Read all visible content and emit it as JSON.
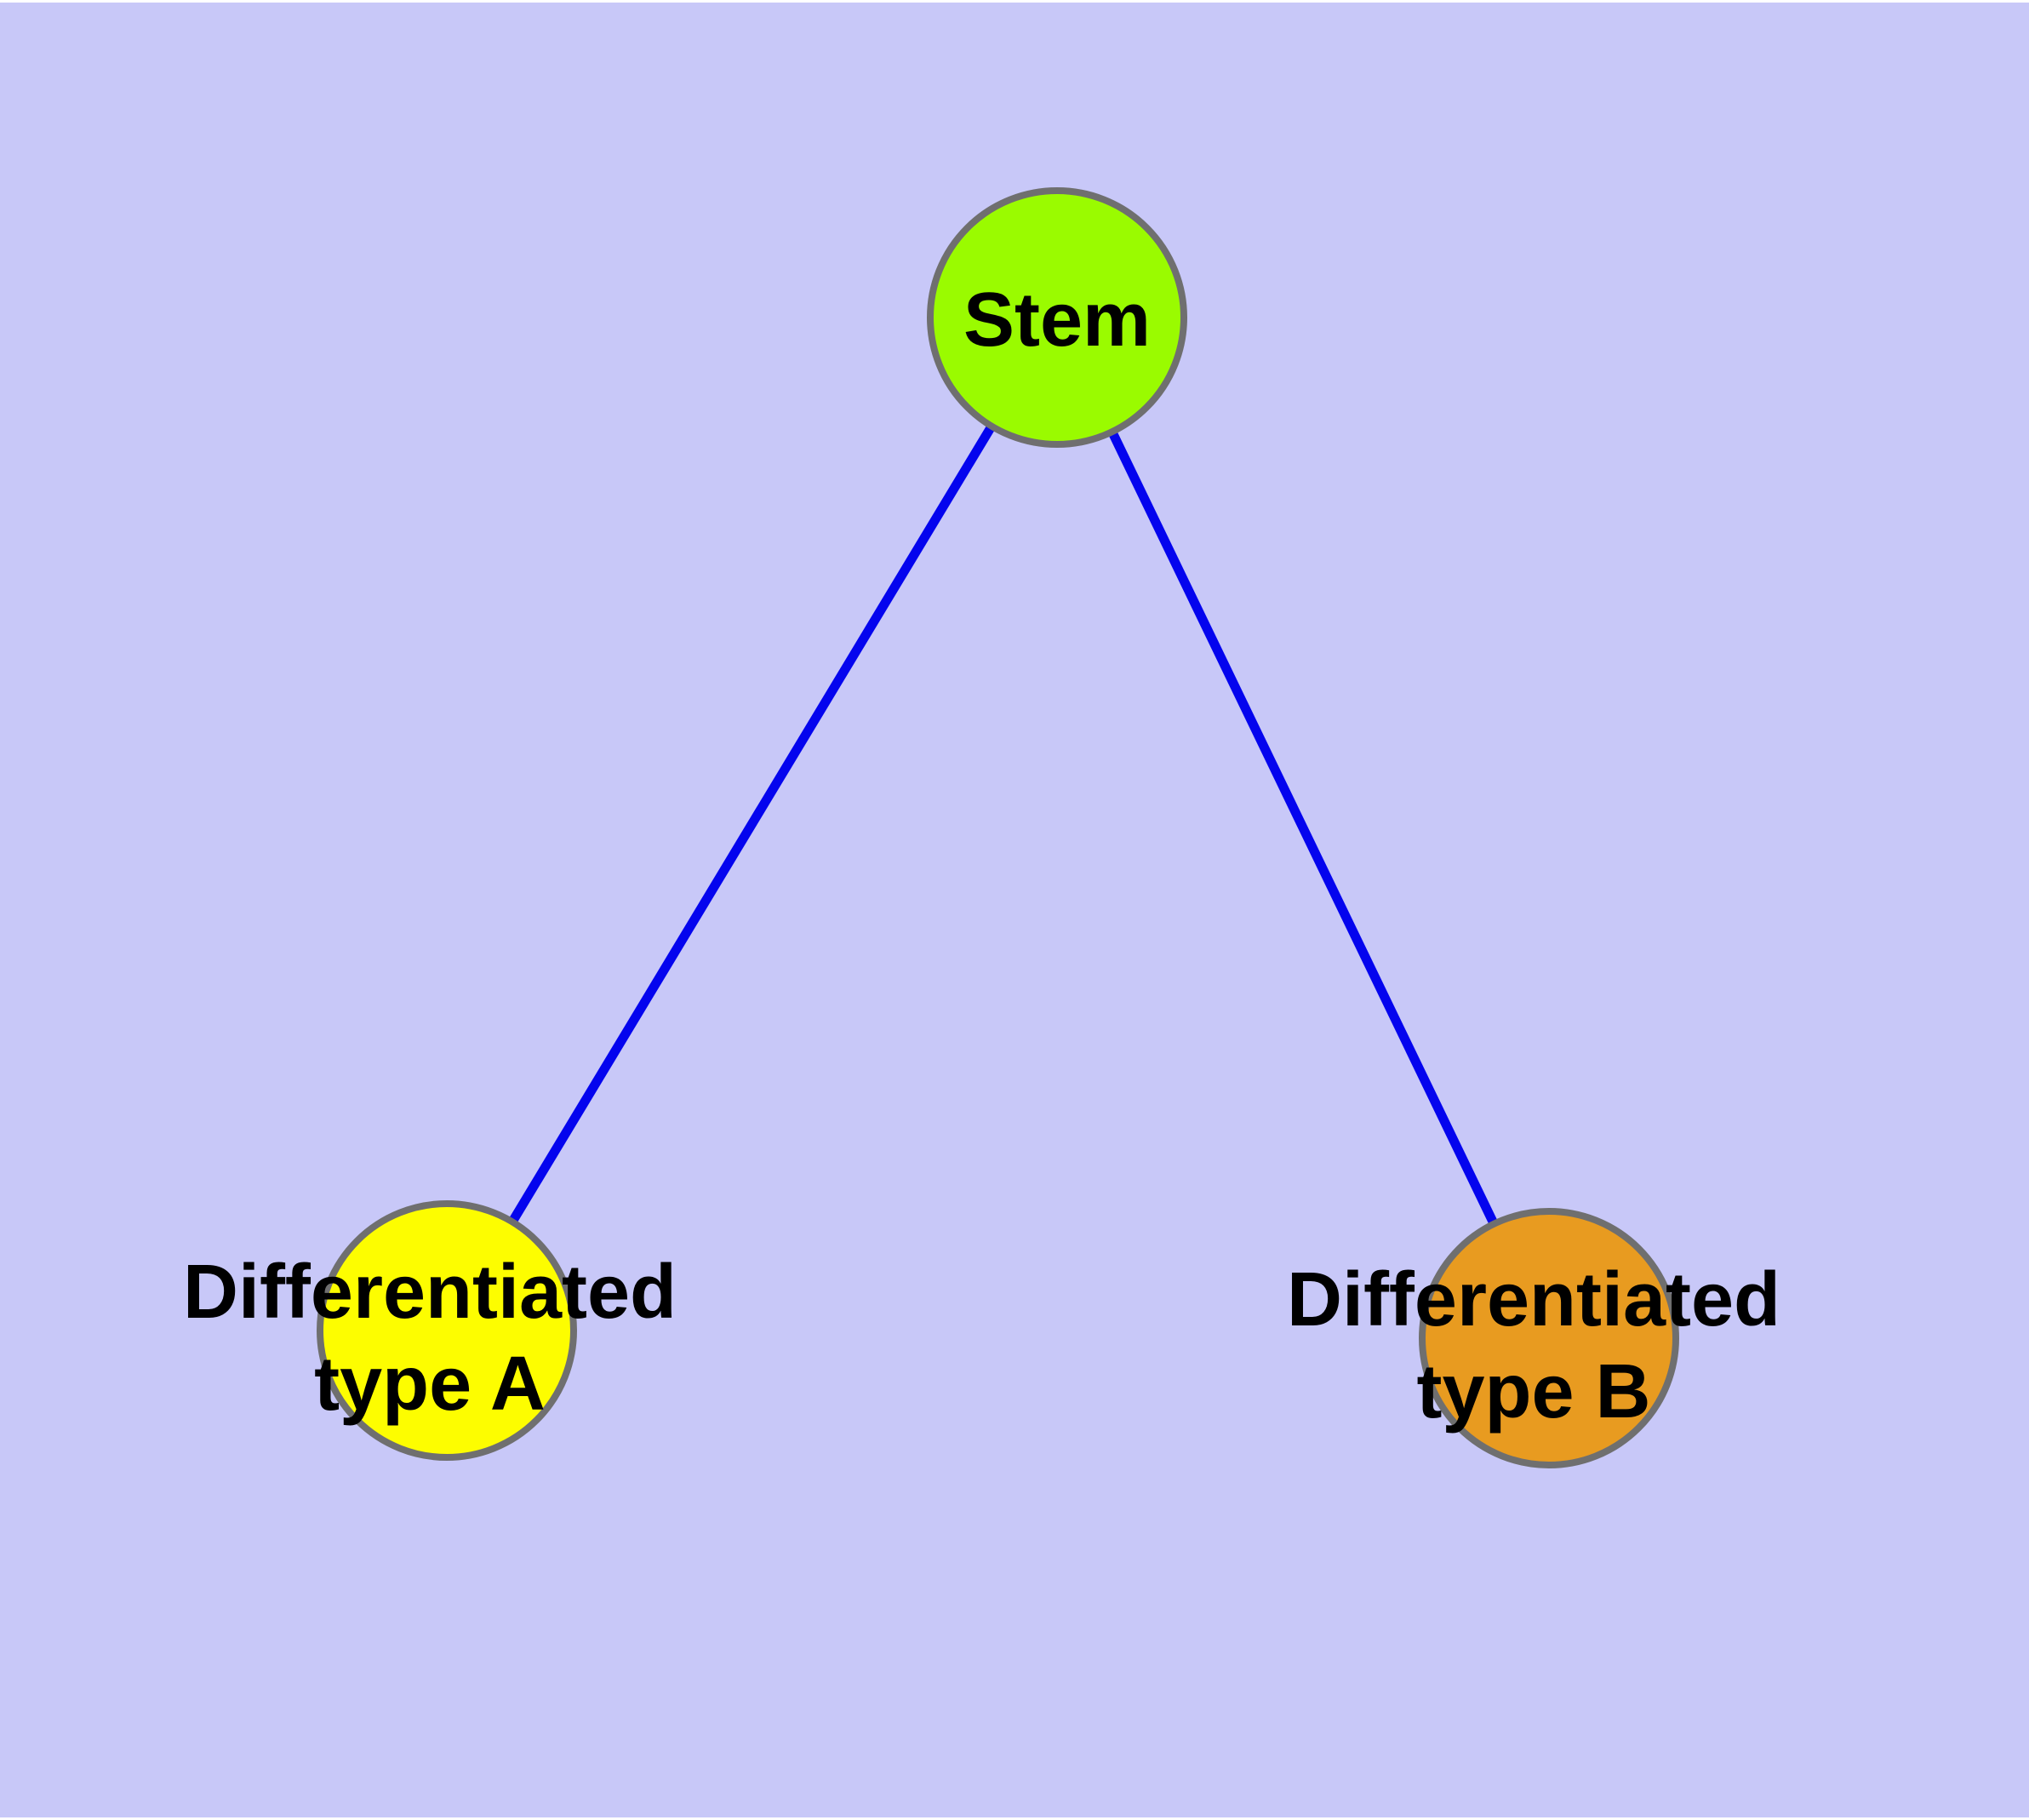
{
  "colors": {
    "page_margin": "#FFFFFF",
    "background": "#C8C8F8",
    "edge": "#0404EE",
    "node_border": "#6F6F6F",
    "label_text": "#000000",
    "stem_fill": "#9AFB00",
    "type_a_fill": "#FDFD00",
    "type_b_fill": "#E89B20"
  },
  "graph": {
    "type": "node-link-diagram",
    "nodes": {
      "stem": {
        "label": "Stem"
      },
      "type_a": {
        "label": "Differentiated type A",
        "label_line1": "Differentiated",
        "label_line2": "type A"
      },
      "type_b": {
        "label": "Differentiated type B",
        "label_line1": "Differentiated",
        "label_line2": "type B"
      }
    },
    "edges": [
      {
        "from": "Stem",
        "to": "Differentiated type A"
      },
      {
        "from": "Stem",
        "to": "Differentiated type B"
      }
    ]
  }
}
